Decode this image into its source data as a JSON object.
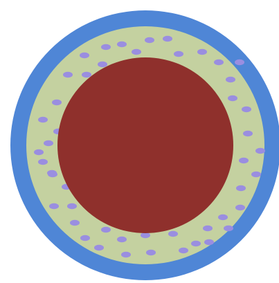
{
  "diagram": {
    "layers": [
      {
        "name": "outer-shell",
        "color": "#4f86d6"
      },
      {
        "name": "middle-layer",
        "color": "#c4d1a0"
      },
      {
        "name": "inner-core",
        "color": "#8f302c"
      }
    ],
    "particle_color": "#9a8ee0",
    "particle_count": 48
  }
}
